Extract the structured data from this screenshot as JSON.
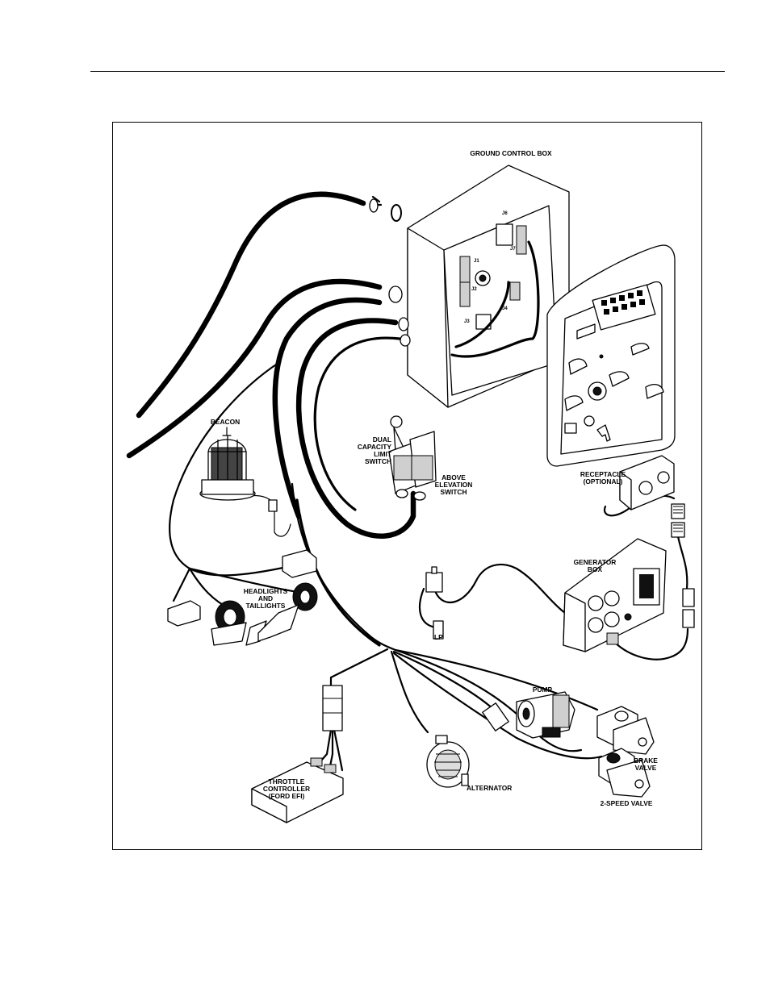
{
  "labels": {
    "ground_control_box": "GROUND CONTROL BOX",
    "beacon": "BEACON",
    "dual_capacity": [
      "DUAL",
      "CAPACITY",
      "LIMIT",
      "SWITCH"
    ],
    "above_elevation": [
      "ABOVE",
      "ELEVATION",
      "SWITCH"
    ],
    "receptacle": [
      "RECEPTACLE",
      "(OPTIONAL)"
    ],
    "generator_box": [
      "GENERATOR",
      "BOX"
    ],
    "headlights": [
      "HEADLIGHTS",
      "AND",
      "TAILLIGHTS"
    ],
    "lp": "LP",
    "pump": "PUMP",
    "brake_valve": [
      "BRAKE",
      "VALVE"
    ],
    "alternator": "ALTERNATOR",
    "throttle_controller": [
      "THROTTLE",
      "CONTROLLER",
      "(FORD EFI)"
    ],
    "two_speed_valve": "2-SPEED VALVE"
  },
  "connectors": {
    "j1": "J1",
    "j2": "J2",
    "j3": "J3",
    "j4": "J4",
    "j6": "J6",
    "j7": "J7"
  }
}
